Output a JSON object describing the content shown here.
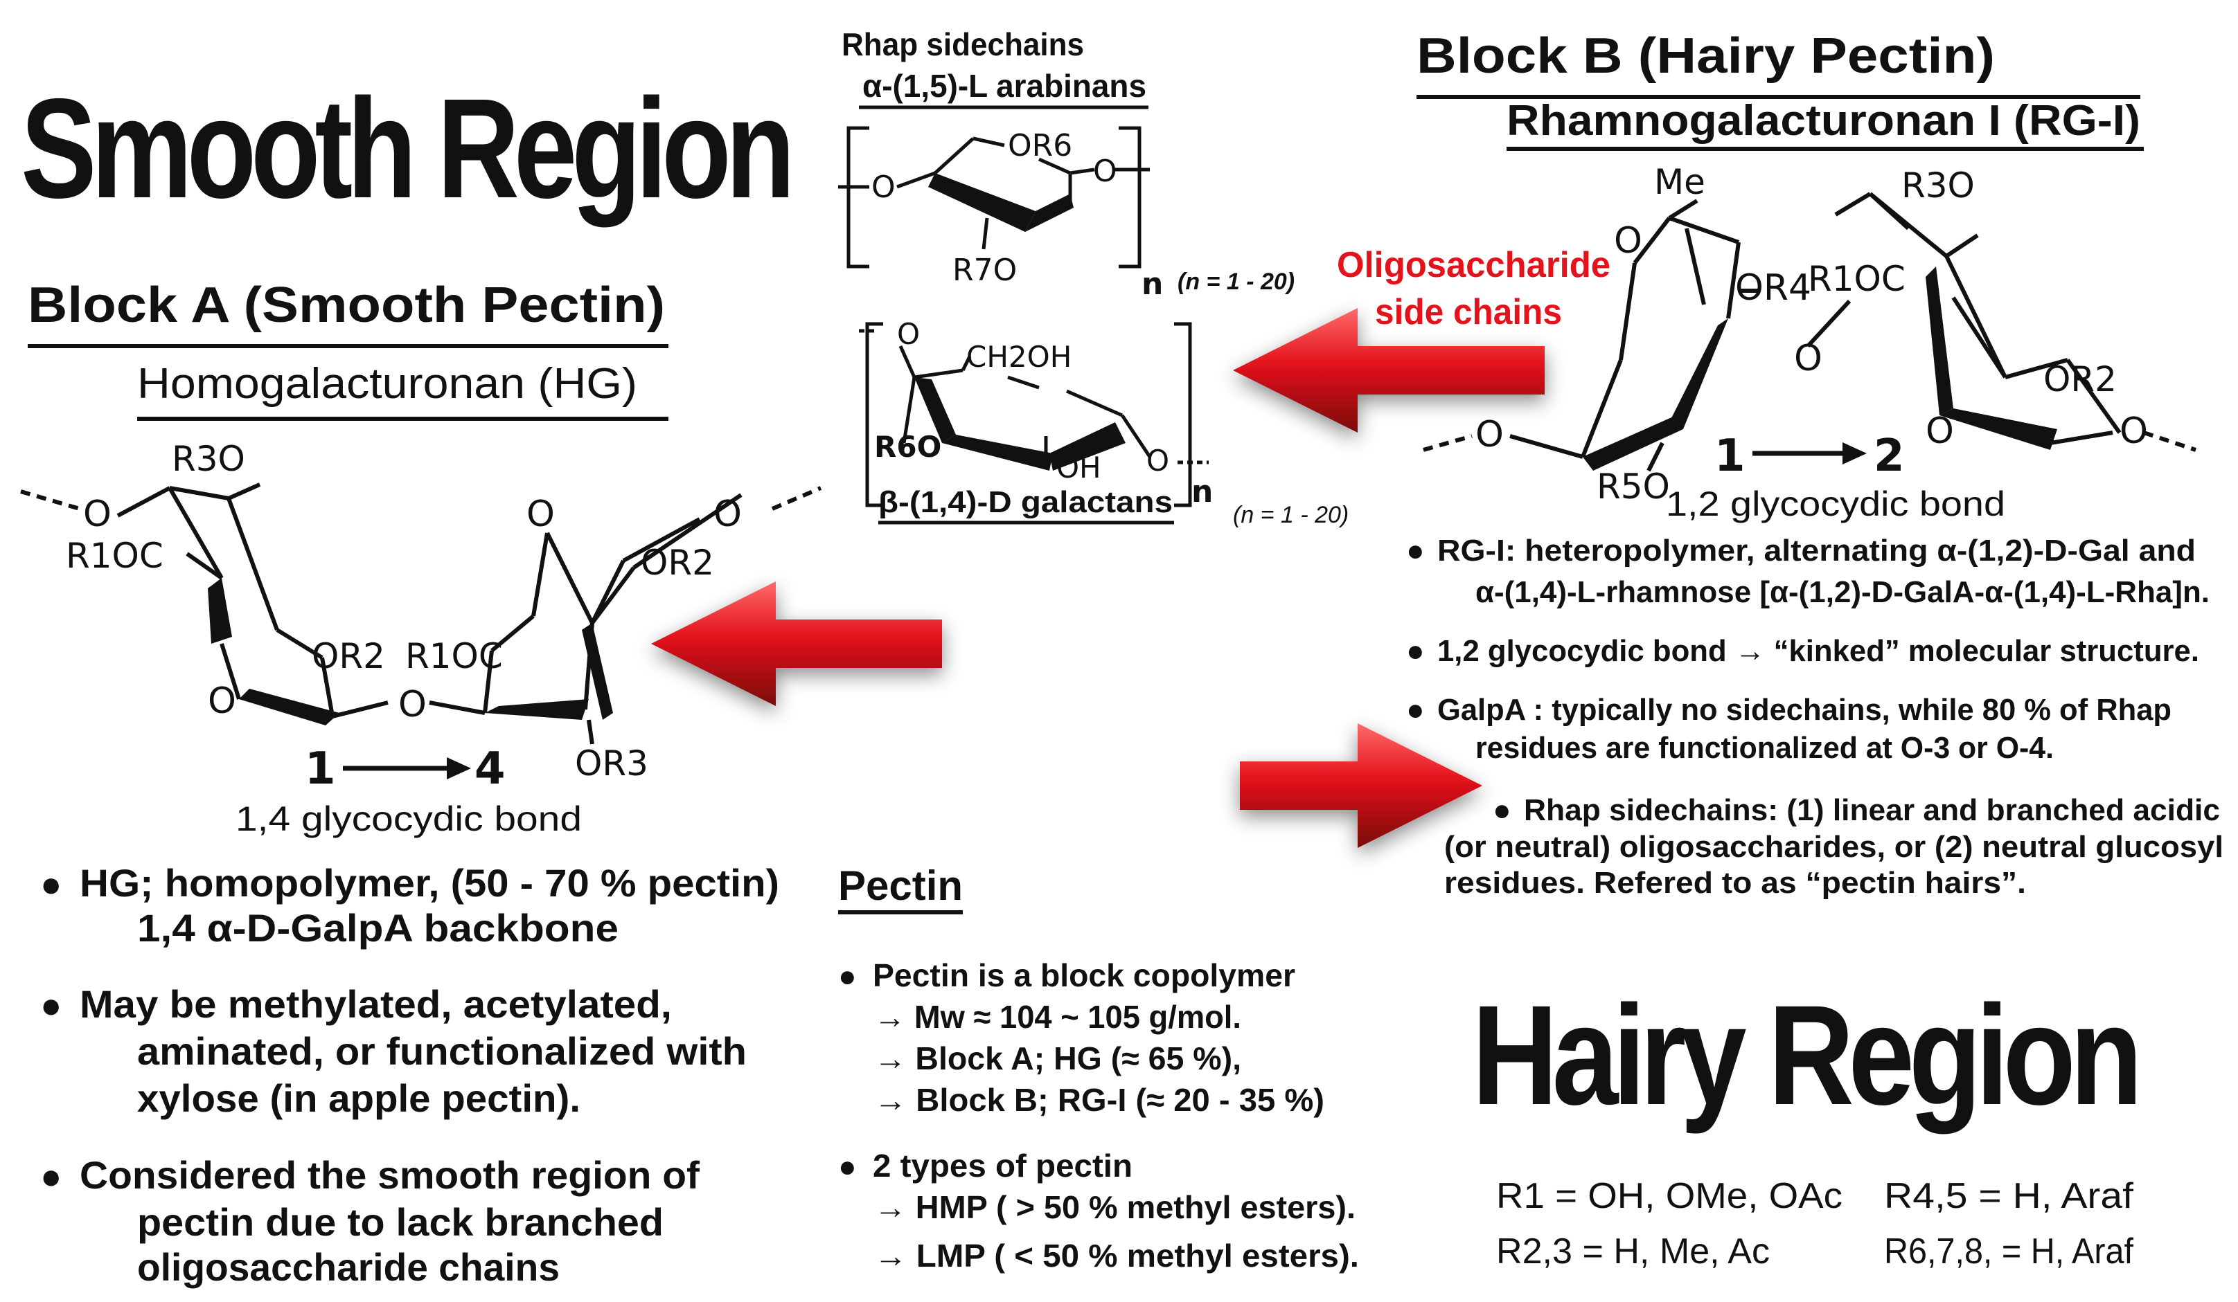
{
  "colors": {
    "ink": "#111111",
    "accent": "#e3121b",
    "arrow_dark": "#7a0a0a"
  },
  "big_titles": {
    "smooth": "Smooth Region",
    "hairy": "Hairy Region"
  },
  "block_a": {
    "title": "Block A (Smooth Pectin)",
    "subtitle": "Homogalacturonan (HG)",
    "labels": {
      "r3o": "R3O",
      "r1oc_left": "R1OC",
      "or2_mid": "OR2",
      "r1oc_mid": "R1OC",
      "or2_right": "OR2",
      "or3": "OR3",
      "o_left": "O",
      "o_mid": "O",
      "o_top_left": "O",
      "o_top_right": "O",
      "o_ring_right": "O"
    },
    "bond_from": "1",
    "bond_to": "4",
    "bond_label": "1,4 glycocydic bond",
    "bullets": [
      {
        "line1": "HG; homopolymer, (50 - 70 % pectin)",
        "line2": "1,4 α-D-GalpA  backbone",
        "line3": ""
      },
      {
        "line1": "May be methylated, acetylated,",
        "line2": "aminated, or functionalized with",
        "line3": "xylose (in apple pectin)."
      },
      {
        "line1": "Considered the smooth region of",
        "line2": "pectin due to lack branched",
        "line3": "oligosaccharide chains"
      }
    ]
  },
  "sidechains": {
    "heading": "Rhap sidechains",
    "arabinan_label": "α-(1,5)-L arabinans",
    "arabinan_or6": "OR6",
    "arabinan_r7o": "R7O",
    "arabinan_n": "n",
    "arabinan_range": "(n = 1 - 20)",
    "galactan_ch2oh": "CH2OH",
    "galactan_r6o": "R6O",
    "galactan_oh": "OH",
    "galactan_label": "β-(1,4)-D galactans",
    "galactan_n": "n",
    "galactan_range": "(n = 1 - 20)"
  },
  "oligo_label": {
    "line1": "Oligosaccharide",
    "line2": "side chains"
  },
  "block_b": {
    "title": "Block B (Hairy Pectin)",
    "subtitle": "Rhamnogalacturonan I (RG-I)",
    "labels": {
      "me": "Me",
      "or4": "OR4",
      "r1oc": "R1OC",
      "r3o": "R3O",
      "or2": "OR2",
      "r5o": "R5O"
    },
    "bond_from": "1",
    "bond_to": "2",
    "bond_label": "1,2 glycocydic bond",
    "bullets": [
      {
        "line1": "RG-I: heteropolymer, alternating α-(1,2)-D-Gal and",
        "line2": "α-(1,4)-L-rhamnose [α-(1,2)-D-GalA-α-(1,4)-L-Rha]n."
      },
      {
        "line1": "1,2 glycocydic bond → “kinked” molecular structure.",
        "line2": ""
      },
      {
        "line1": "GalpA : typically no sidechains, while 80 % of Rhap",
        "line2": "residues are functionalized at O-3 or O-4."
      },
      {
        "line1": "Rhap sidechains: (1) linear and branched acidic",
        "line2": "(or neutral) oligosaccharides, or (2) neutral glucosyl",
        "line3": "residues. Refered to as “pectin hairs”."
      }
    ]
  },
  "pectin": {
    "heading": "Pectin",
    "b1_main": "Pectin is a block copolymer",
    "b1_subs": [
      "→ Mw  ≈ 104 ~ 105 g/mol.",
      "→ Block A; HG (≈ 65 %),",
      "→ Block B; RG-I (≈ 20 - 35 %)"
    ],
    "b2_main": "2 types of pectin",
    "b2_subs": [
      "→ HMP ( > 50 % methyl esters).",
      "→ LMP ( < 50 % methyl esters)."
    ]
  },
  "legend": {
    "r1": "R1  = OH, OMe, OAc",
    "r45": "R4,5  = H, Araf",
    "r23": "R2,3 = H, Me, Ac",
    "r678": "R6,7,8,  = H, Araf"
  }
}
